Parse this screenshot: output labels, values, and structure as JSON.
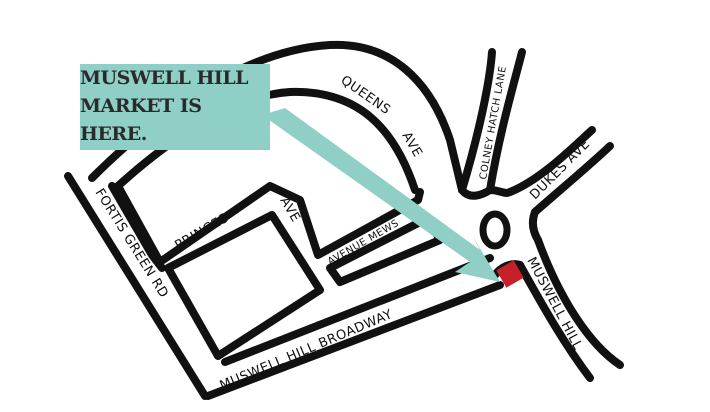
{
  "callout": {
    "lines": [
      "MUSWELL HILL",
      "MARKET IS",
      "HERE."
    ],
    "color": "#8fcfc6"
  },
  "streets": {
    "queens_ave_1": "QUEENS",
    "queens_ave_2": "AVE",
    "colney_hatch_lane": "COLNEY HATCH LANE",
    "dukes_ave": "DUKES AVE",
    "fortis_green_rd": "FORTIS GREEN RD",
    "princes_ave_1": "PRINCES",
    "princes_ave_2": "AVE",
    "avenue_mews": "AVENUE MEWS",
    "muswell_hill_broadway": "MUSWELL HILL BROADWAY",
    "muswell_hill": "MUSWELL HILL"
  },
  "marker": {
    "color": "#c8202a"
  }
}
